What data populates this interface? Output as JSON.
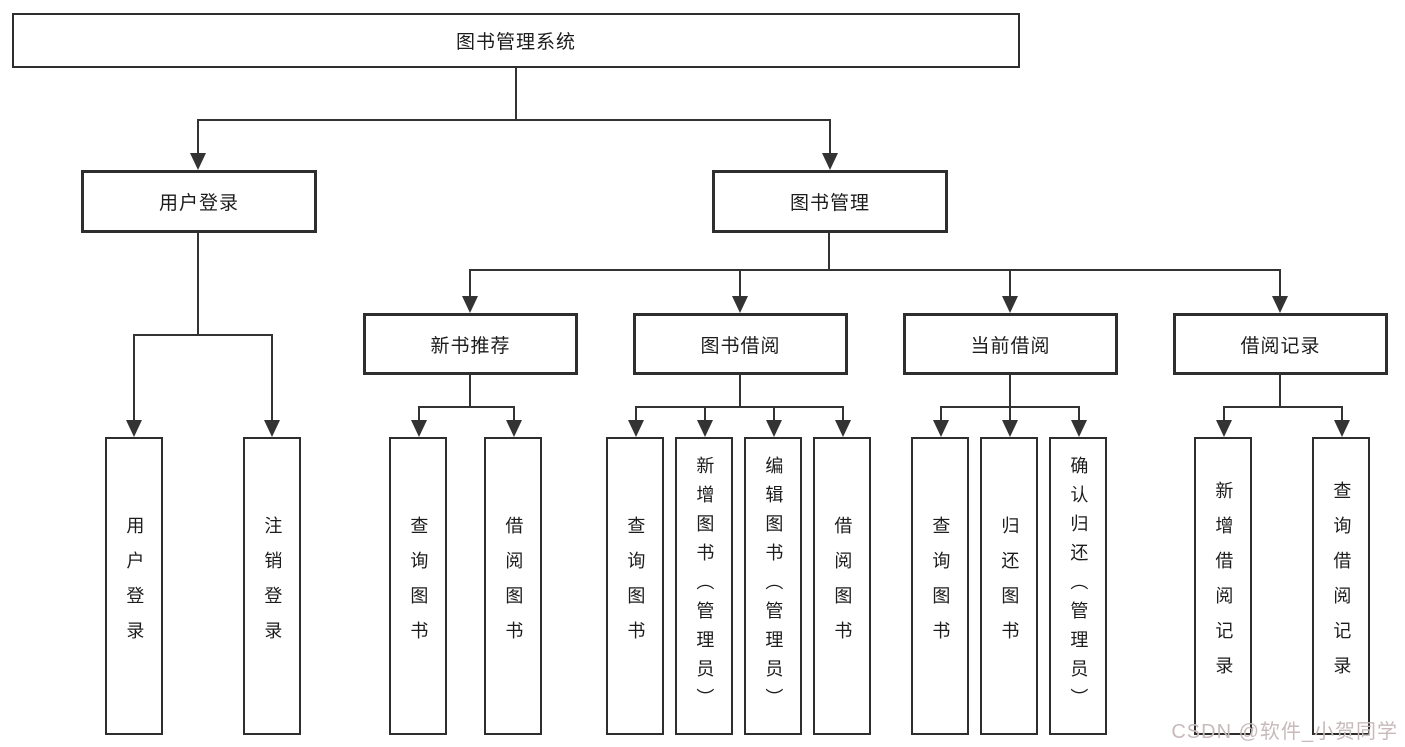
{
  "colors": {
    "line": "#333333",
    "box_border": "#2e2e2e",
    "box_background": "#ffffff",
    "text": "#1c1c1c",
    "watermark": "#c8baba"
  },
  "watermark": {
    "text": "CSDN @软件_小贺同学"
  },
  "tree": {
    "root": {
      "label": "图书管理系统"
    },
    "branches": [
      {
        "label": "用户登录",
        "children": [
          {
            "label": "用户登录"
          },
          {
            "label": "注销登录"
          }
        ]
      },
      {
        "label": "图书管理",
        "children": [
          {
            "label": "新书推荐",
            "children": [
              {
                "label": "查询图书"
              },
              {
                "label": "借阅图书"
              }
            ]
          },
          {
            "label": "图书借阅",
            "children": [
              {
                "label": "查询图书"
              },
              {
                "label": "新增图书（管理员）"
              },
              {
                "label": "编辑图书（管理员）"
              },
              {
                "label": "借阅图书"
              }
            ]
          },
          {
            "label": "当前借阅",
            "children": [
              {
                "label": "查询图书"
              },
              {
                "label": "归还图书"
              },
              {
                "label": "确认归还（管理员）"
              }
            ]
          },
          {
            "label": "借阅记录",
            "children": [
              {
                "label": "新增借阅记录"
              },
              {
                "label": "查询借阅记录"
              }
            ]
          }
        ]
      }
    ]
  }
}
